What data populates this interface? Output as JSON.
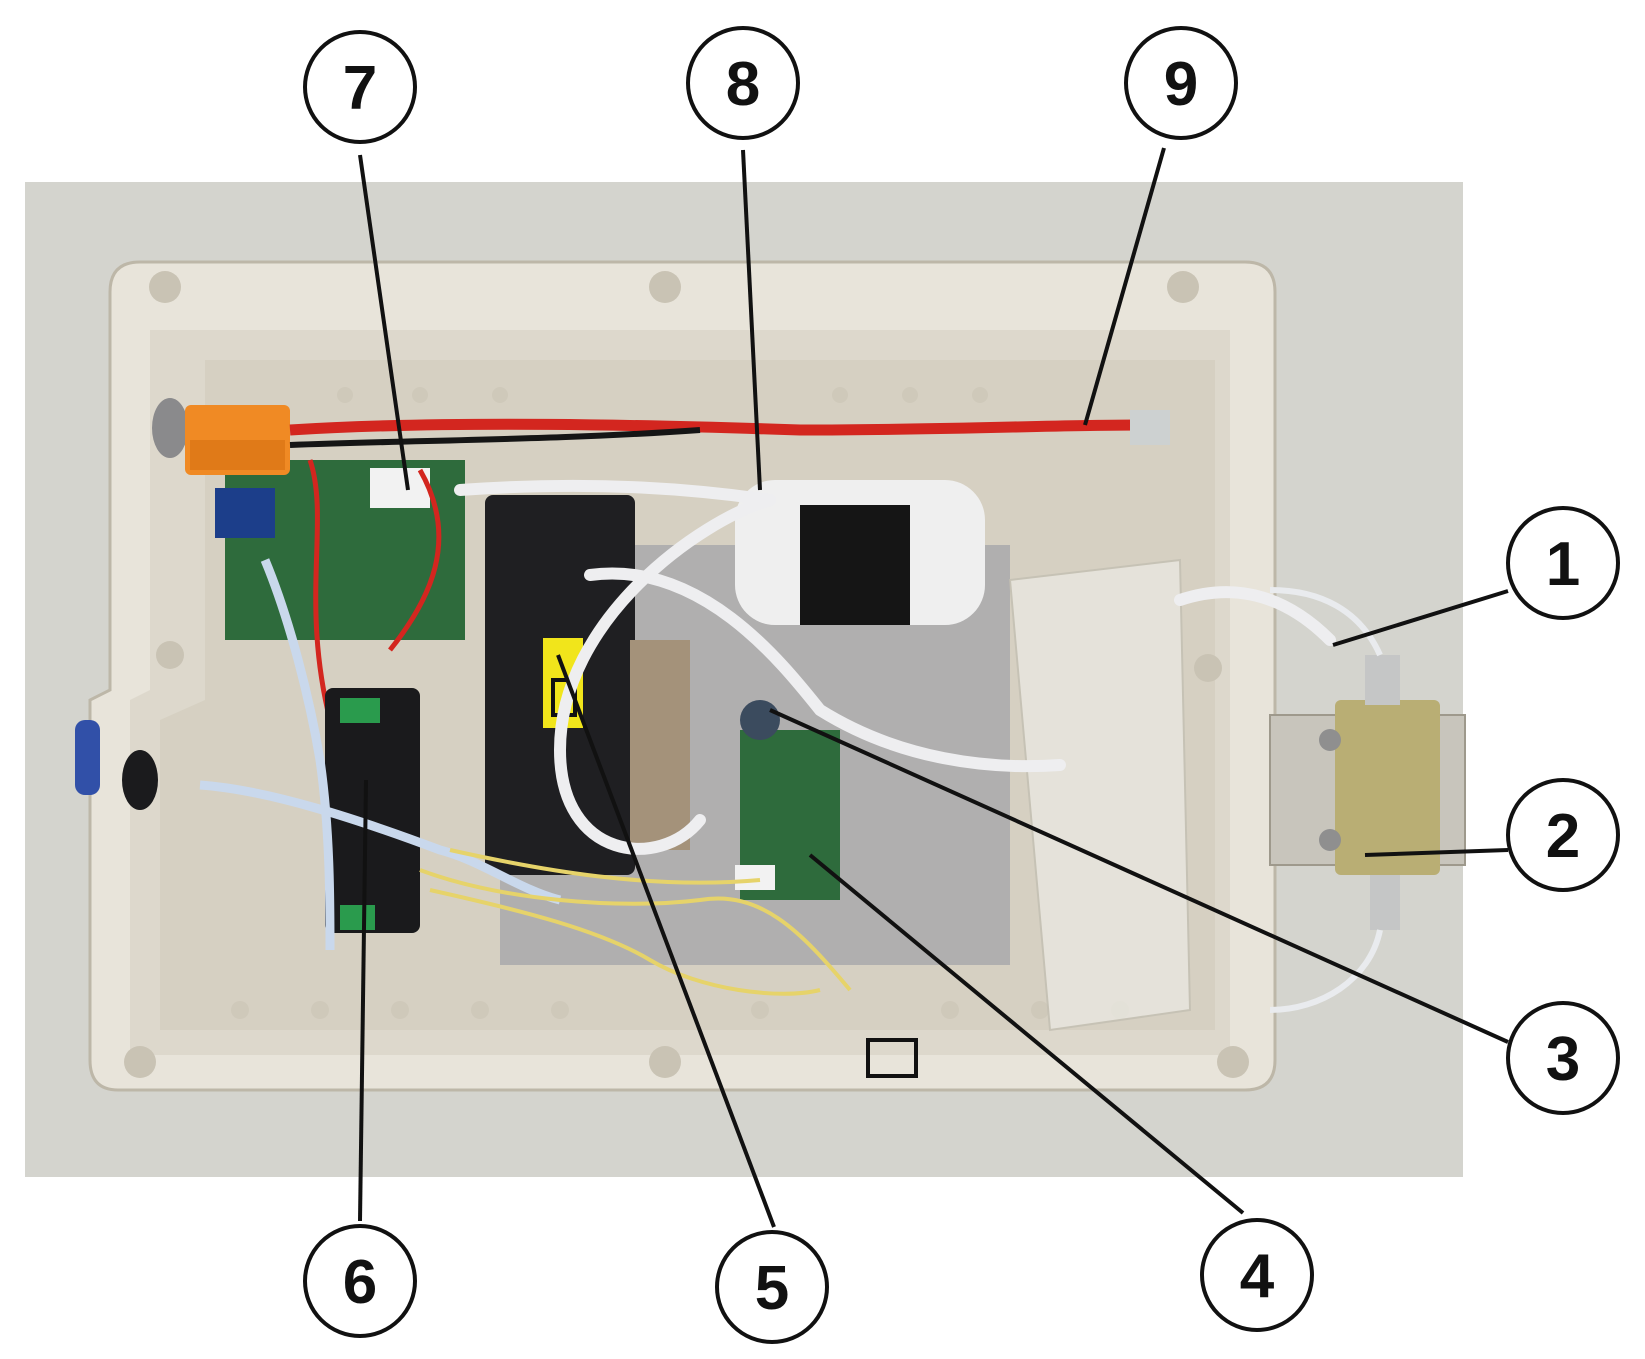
{
  "figure": {
    "callouts": [
      {
        "id": "1",
        "label": "1"
      },
      {
        "id": "2",
        "label": "2"
      },
      {
        "id": "3",
        "label": "3"
      },
      {
        "id": "4",
        "label": "4"
      },
      {
        "id": "5",
        "label": "5"
      },
      {
        "id": "6",
        "label": "6"
      },
      {
        "id": "7",
        "label": "7"
      },
      {
        "id": "8",
        "label": "8"
      },
      {
        "id": "9",
        "label": "9"
      }
    ],
    "colors": {
      "background": "#ffffff",
      "photo_backdrop": "#d9d8d3",
      "enclosure": "#e6e2d8",
      "enclosure_inner": "#d7d2c5",
      "pcb_green": "#2e6b3c",
      "battery_black": "#1f1f22",
      "wire_red": "#d3261f",
      "connector_orange": "#f08a24",
      "tubing": "#eeeef0",
      "foam_gray": "#a9a9ab",
      "valve_brass": "#b9ae74",
      "callout_stroke": "#111111"
    },
    "components": [
      "enclosure-box",
      "pump-inlet-tube",
      "solenoid-valve",
      "gas-sensor-module",
      "control-pcb",
      "battery-pack",
      "power-converter-module",
      "power-connector-board",
      "air-pump",
      "power-cable"
    ]
  }
}
